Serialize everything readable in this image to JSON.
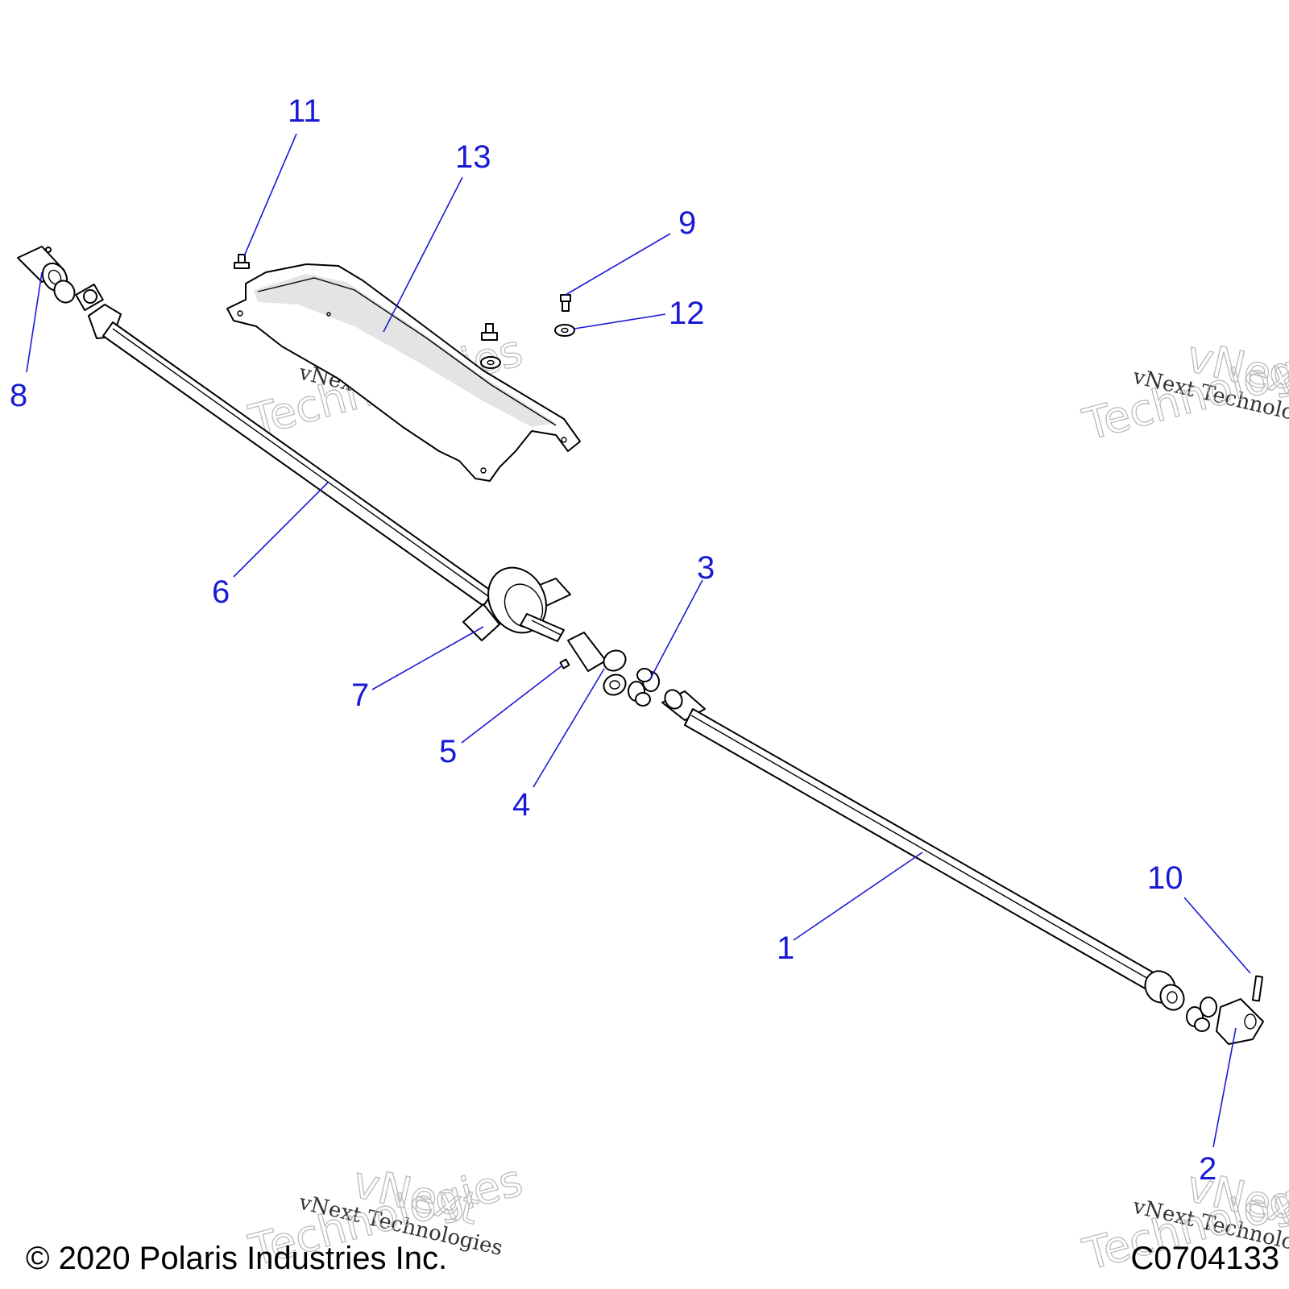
{
  "callouts": [
    {
      "id": "1",
      "label": "1"
    },
    {
      "id": "2",
      "label": "2"
    },
    {
      "id": "3",
      "label": "3"
    },
    {
      "id": "4",
      "label": "4"
    },
    {
      "id": "5",
      "label": "5"
    },
    {
      "id": "6",
      "label": "6"
    },
    {
      "id": "7",
      "label": "7"
    },
    {
      "id": "8",
      "label": "8"
    },
    {
      "id": "9",
      "label": "9"
    },
    {
      "id": "10",
      "label": "10"
    },
    {
      "id": "11",
      "label": "11"
    },
    {
      "id": "12",
      "label": "12"
    },
    {
      "id": "13",
      "label": "13"
    }
  ],
  "watermark": {
    "line1": "vNext Technologies",
    "line2a": "vNext",
    "line2b": "Technologies"
  },
  "footer": {
    "copyright": "© 2020 Polaris Industries Inc.",
    "figure_code": "C0704133"
  },
  "colors": {
    "callout": "#1a1ad6",
    "line_art": "#000000",
    "watermark_outline": "#bbbbbb"
  }
}
